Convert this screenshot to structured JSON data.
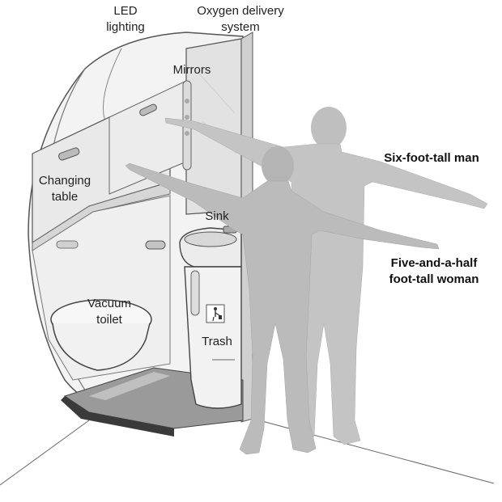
{
  "labels": {
    "led_lighting": [
      "LED",
      "lighting"
    ],
    "oxygen_delivery": [
      "Oxygen delivery",
      "system"
    ],
    "mirrors": "Mirrors",
    "changing_table": [
      "Changing",
      "table"
    ],
    "sink": "Sink",
    "vacuum_toilet": [
      "Vacuum",
      "toilet"
    ],
    "trash": "Trash",
    "man": "Six-foot-tall man",
    "woman": [
      "Five-and-a-half",
      "foot-tall woman"
    ]
  },
  "colors": {
    "silhouette": "#bdbdbd",
    "silhouette_back": "#c9c9c9",
    "shell": "#f2f2f2",
    "panel": "#e4e4e4",
    "outline": "#555555",
    "floor": "#9a9a9a",
    "floor_dark": "#3a3a3a"
  },
  "icons": {
    "trash_icon": "trash-person-icon"
  }
}
